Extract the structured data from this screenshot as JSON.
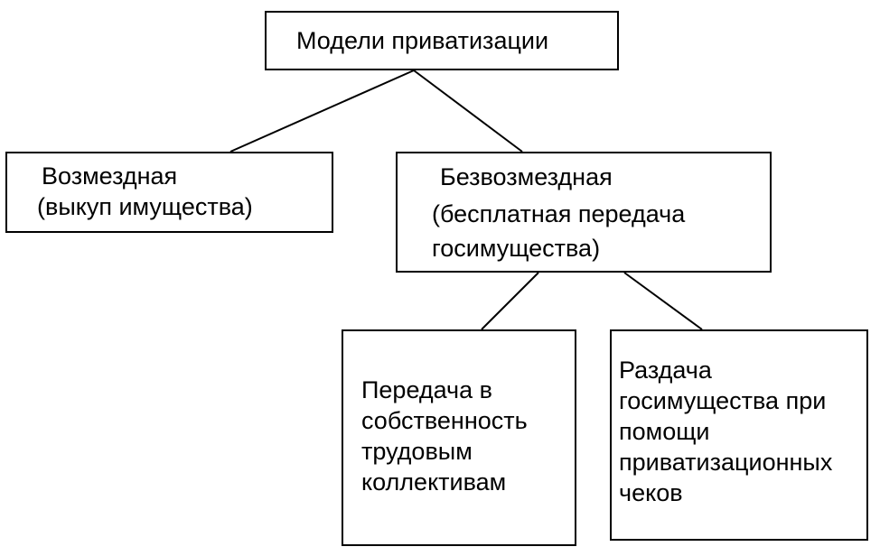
{
  "diagram": {
    "root": {
      "label": "Модели приватизации"
    },
    "paid": {
      "lines": [
        "Возмездная",
        "(выкуп имущества)"
      ]
    },
    "free": {
      "lines": [
        "Безвозмездная",
        "(бесплатная передача",
        "госимущества)"
      ]
    },
    "collectives": {
      "lines": [
        "Передача в",
        "собственность",
        "трудовым",
        "коллективам"
      ]
    },
    "vouchers": {
      "lines": [
        "Раздача",
        "госимущества при",
        "помощи",
        "приватизационных",
        "чеков"
      ]
    },
    "edges": [
      {
        "from": "root",
        "to": "paid"
      },
      {
        "from": "root",
        "to": "free"
      },
      {
        "from": "free",
        "to": "collectives"
      },
      {
        "from": "free",
        "to": "vouchers"
      }
    ],
    "colors": {
      "line": "#000000",
      "border": "#000000",
      "background": "#ffffff"
    }
  }
}
